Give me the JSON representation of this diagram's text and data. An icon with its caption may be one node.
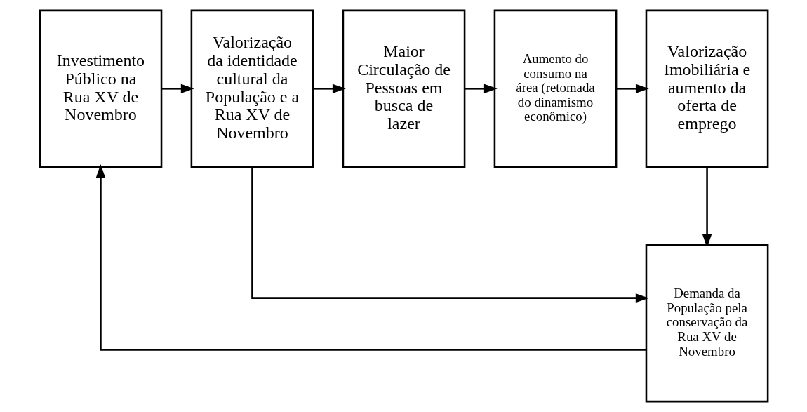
{
  "diagram": {
    "nodes": [
      {
        "text": [
          "Investimento Público na Rua XV de Novembro"
        ]
      },
      {
        "text": [
          "Valorização da identidade cultural da População e a Rua XV de Novembro"
        ]
      },
      {
        "text": [
          "Maior Circulação de Pessoas em busca de lazer"
        ]
      },
      {
        "text": [
          "Aumento do consumo na área (retomada do dinamismo econômico)"
        ]
      },
      {
        "text": [
          "Valorização Imobiliária e aumento da oferta de emprego"
        ]
      },
      {
        "text": [
          "Demanda da População pela conservação da Rua XV de Novembro"
        ]
      }
    ],
    "edges": [
      {
        "from": 0,
        "to": 1,
        "arrow": "to"
      },
      {
        "from": 1,
        "to": 2,
        "arrow": "to"
      },
      {
        "from": 2,
        "to": 3,
        "arrow": "to"
      },
      {
        "from": 3,
        "to": 4,
        "arrow": "to"
      },
      {
        "from": 4,
        "to": 5,
        "arrow": "to"
      },
      {
        "from": 5,
        "to": 0,
        "arrow": "to"
      },
      {
        "from": 1,
        "to": 5,
        "arrow": "to"
      }
    ]
  }
}
